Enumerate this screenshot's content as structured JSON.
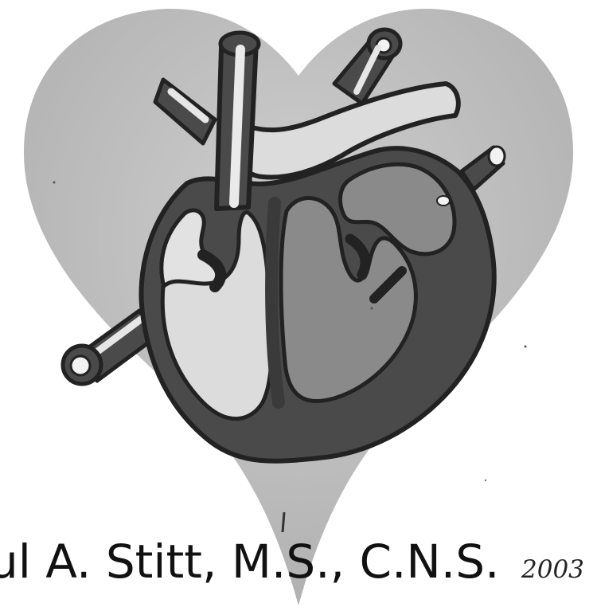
{
  "caption": {
    "author": "ul A. Stitt, M.S., C.N.S.",
    "year": "2003"
  },
  "illustration": {
    "subject": "heart-with-anatomical-heart",
    "colors": {
      "heart_background": "#bdbdbd",
      "outline": "#222222",
      "dark_wall": "#4a4a4a",
      "mid_chamber": "#8a8a8a",
      "light_chamber": "#dcdcdc",
      "vessel_light": "#e6e6e6"
    }
  }
}
